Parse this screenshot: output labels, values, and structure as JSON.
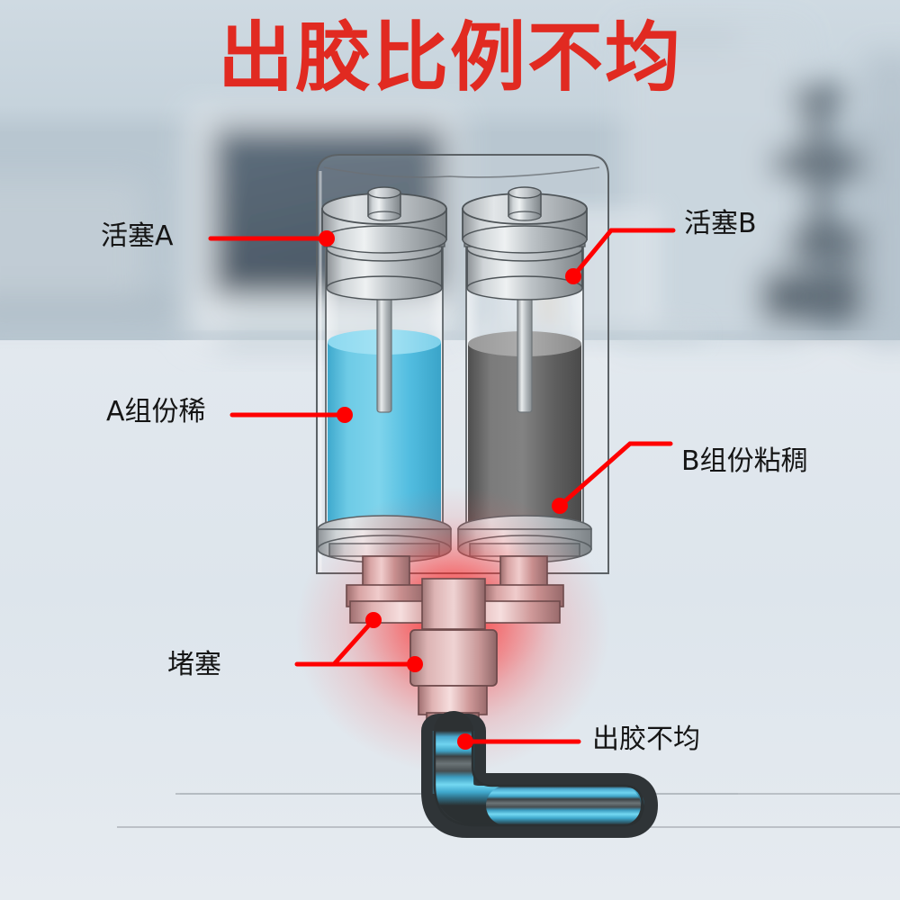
{
  "page": {
    "title": "出胶比例不均",
    "title_color": "#e12a21",
    "background_description": "blurred laboratory bench"
  },
  "labels": {
    "piston_a": "活塞A",
    "piston_b": "活塞B",
    "component_a": "A组份稀",
    "component_b": "B组份粘稠",
    "clog": "堵塞",
    "uneven_output": "出胶不均"
  },
  "diagram": {
    "device": "dual-cartridge glue dispenser",
    "cylinder_a_fluid_color": "#5bc8e8",
    "cylinder_b_fluid_color": "#6e6e6e",
    "metal_color": "#b9bdc0",
    "glow_color": "#ff1a1a",
    "tube_color": "#35b6e0",
    "leader_color": "#ff0000",
    "fluid_a_level_pct": 52,
    "fluid_b_level_pct": 50
  }
}
